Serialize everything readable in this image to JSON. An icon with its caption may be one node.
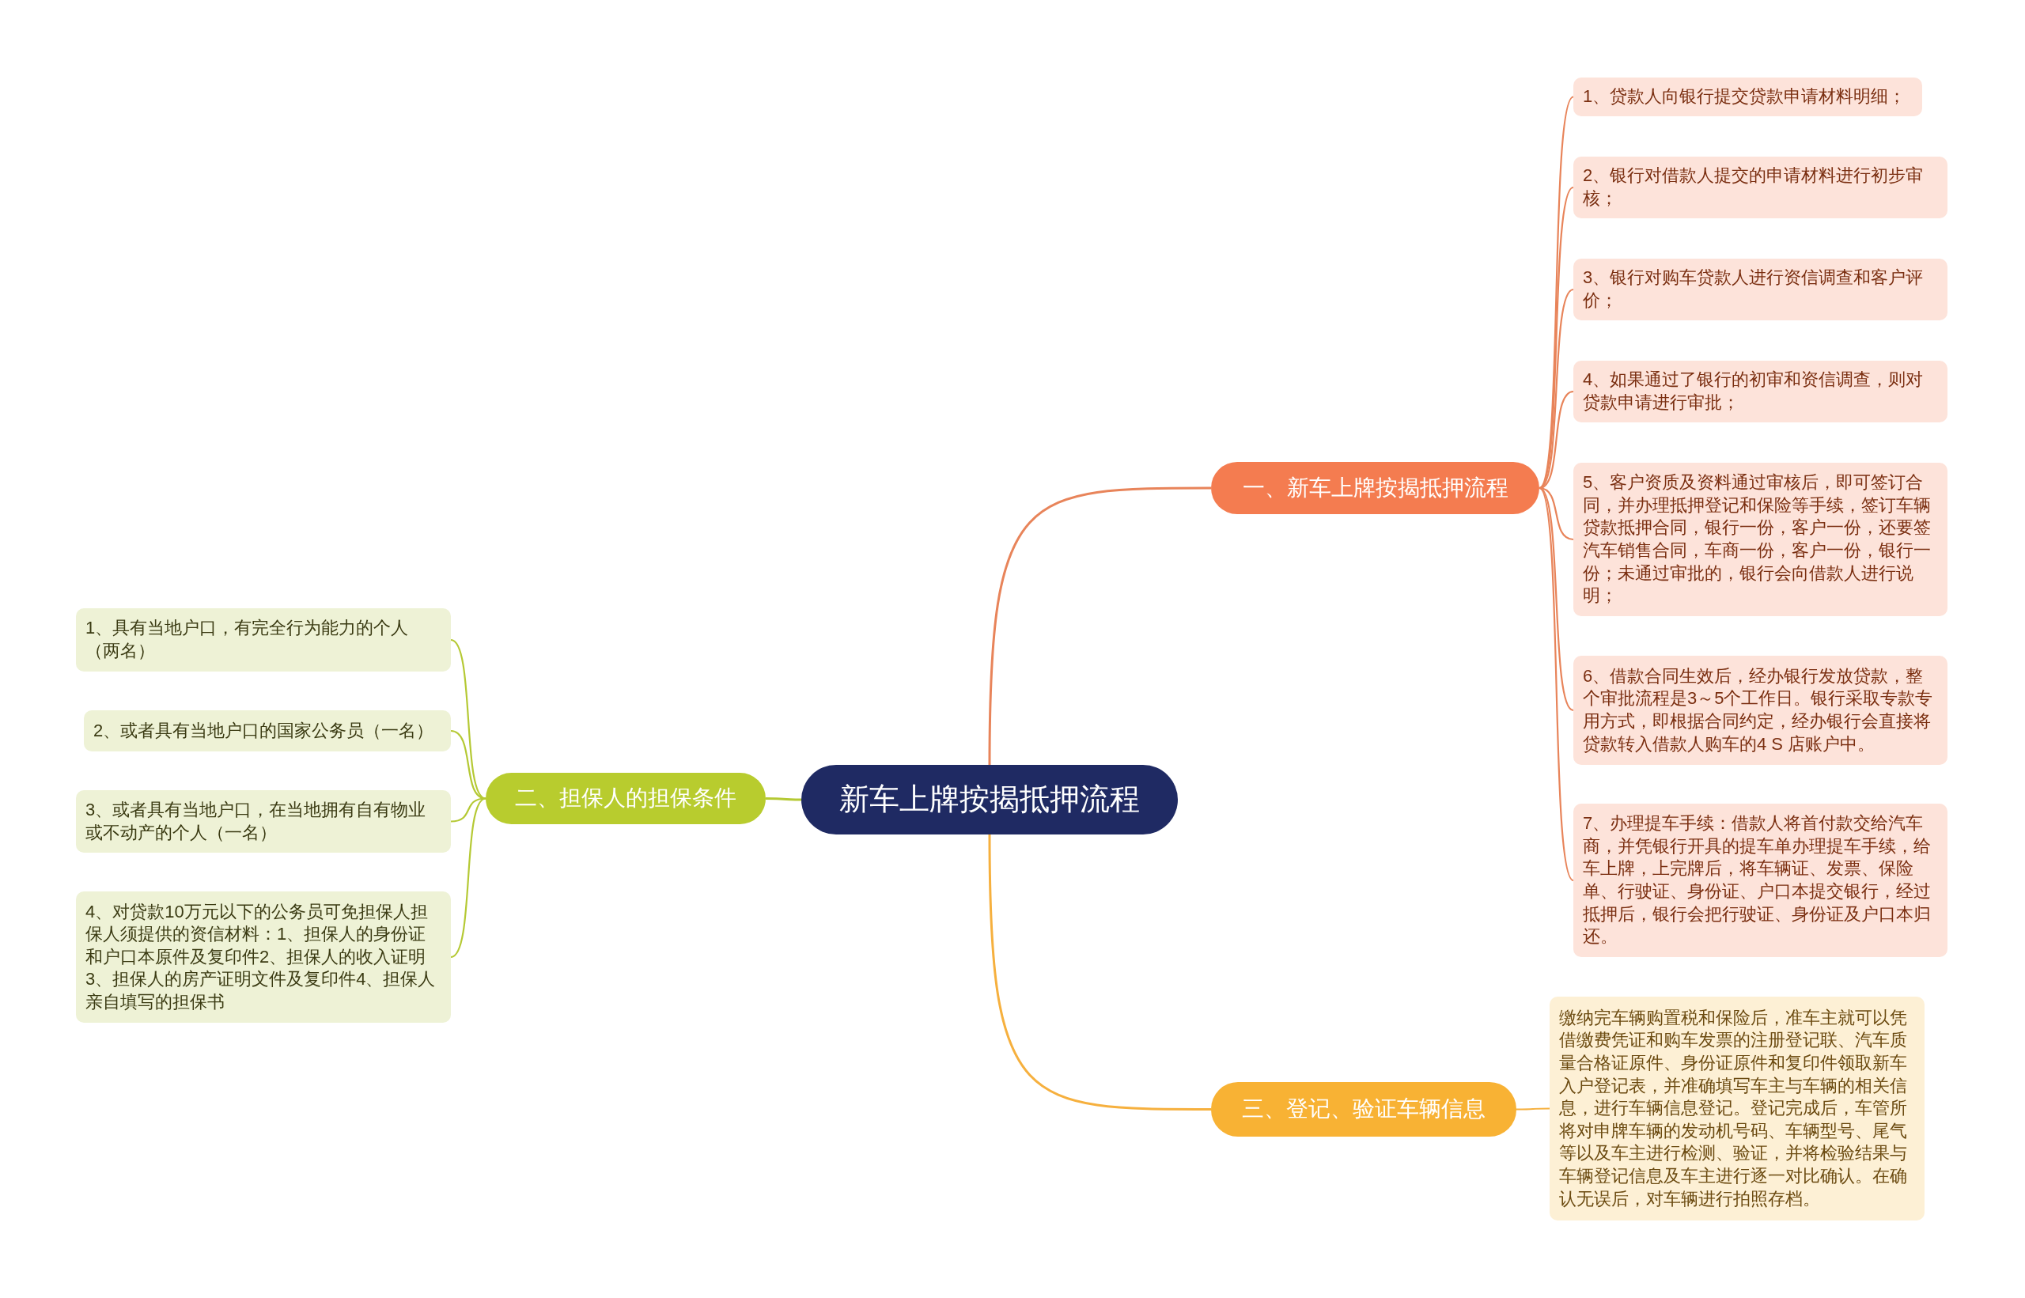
{
  "diagram": {
    "nodes": [
      {
        "text": [
          "新车上牌按揭抵押流程"
        ]
      },
      {
        "text": [
          "一、新车上牌按揭抵押流程"
        ]
      },
      {
        "text": [
          "1、贷款人向银行提交贷款申请材料明细；"
        ]
      },
      {
        "text": [
          "2、银行对借款人提交的申请材料进行初步审核；"
        ]
      },
      {
        "text": [
          "3、银行对购车贷款人进行资信调查和客户评价；"
        ]
      },
      {
        "text": [
          "4、如果通过了银行的初审和资信调查，则对贷款申请进行审批；"
        ]
      },
      {
        "text": [
          "5、客户资质及资料通过审核后，即可签订合同，并办理抵押登记和保险等手续，签订车辆贷款抵押合同，银行一份，客户一份，还要签汽车销售合同，车商一份，客户一份，银行一份；未通过审批的，银行会向借款人进行说明；"
        ]
      },
      {
        "text": [
          "6、借款合同生效后，经办银行发放贷款，整个审批流程是3～5个工作日。银行采取专款专用方式，即根据合同约定，经办银行会直接将贷款转入借款人购车的4 S 店账户中。"
        ]
      },
      {
        "text": [
          "7、办理提车手续：借款人将首付款交给汽车商，并凭银行开具的提车单办理提车手续，给车上牌，上完牌后，将车辆证、发票、保险单、行驶证、身份证、户口本提交银行，经过抵押后，银行会把行驶证、身份证及户口本归还。"
        ]
      },
      {
        "text": [
          "二、担保人的担保条件"
        ]
      },
      {
        "text": [
          "1、具有当地户口，有完全行为能力的个人（两名）"
        ]
      },
      {
        "text": [
          "2、或者具有当地户口的国家公务员（一名）"
        ]
      },
      {
        "text": [
          "3、或者具有当地户口，在当地拥有自有物业或不动产的个人（一名）"
        ]
      },
      {
        "text": [
          "4、对贷款10万元以下的公务员可免担保人担保人须提供的资信材料：1、担保人的身份证和户口本原件及复印件2、担保人的收入证明3、担保人的房产证明文件及复印件4、担保人亲自填写的担保书"
        ]
      },
      {
        "text": [
          "三、登记、验证车辆信息"
        ]
      },
      {
        "text": [
          "缴纳完车辆购置税和保险后，准车主就可以凭借缴费凭证和购车发票的注册登记联、汽车质量合格证原件、身份证原件和复印件领取新车入户登记表，并准确填写车主与车辆的相关信息，进行车辆信息登记。登记完成后，车管所将对申牌车辆的发动机号码、车辆型号、尾气等以及车主进行检测、验证，并将检验结果与车辆登记信息及车主进行逐一对比确认。在确认无误后，对车辆进行拍照存档。"
        ]
      }
    ],
    "edges": [
      {
        "from": 0,
        "to": 1,
        "arrow": "none"
      },
      {
        "from": 0,
        "to": 9,
        "arrow": "none",
        "color": "#b5c934"
      },
      {
        "from": 0,
        "to": 14,
        "arrow": "none",
        "color": "#f6b03e"
      },
      {
        "from": 1,
        "to": 2,
        "arrow": "none"
      },
      {
        "from": 1,
        "to": 3,
        "arrow": "none"
      },
      {
        "from": 1,
        "to": 4,
        "arrow": "none"
      },
      {
        "from": 1,
        "to": 5,
        "arrow": "none"
      },
      {
        "from": 1,
        "to": 6,
        "arrow": "none"
      },
      {
        "from": 1,
        "to": 7,
        "arrow": "none"
      },
      {
        "from": 1,
        "to": 8,
        "arrow": "none"
      },
      {
        "from": 9,
        "to": 10,
        "arrow": "none",
        "color": "#b5c934"
      },
      {
        "from": 9,
        "to": 11,
        "arrow": "none",
        "color": "#b5c934"
      },
      {
        "from": 9,
        "to": 12,
        "arrow": "none",
        "color": "#b5c934"
      },
      {
        "from": 9,
        "to": 13,
        "arrow": "none",
        "color": "#b5c934"
      },
      {
        "from": 14,
        "to": 15,
        "arrow": "none",
        "color": "#f6b03e"
      }
    ]
  }
}
